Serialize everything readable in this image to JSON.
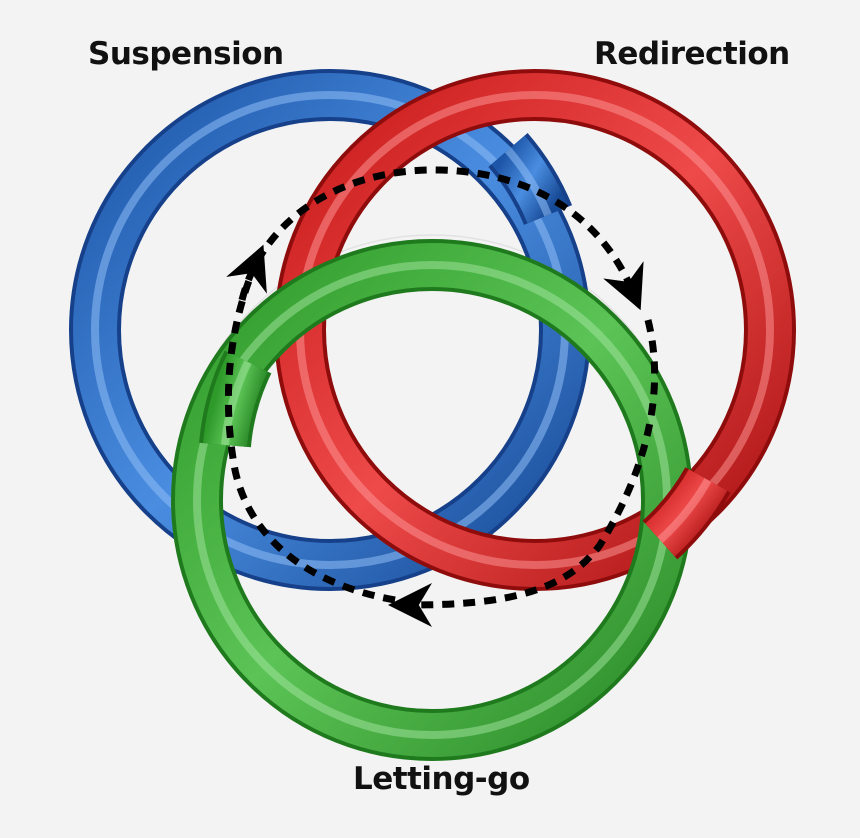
{
  "labels": {
    "suspension": "Suspension",
    "redirection": "Redirection",
    "letting_go": "Letting-go"
  },
  "colors": {
    "background": "#f3f3f3",
    "blue_ring": "#2e6fc4",
    "red_ring": "#d42525",
    "green_ring": "#3aa636",
    "cycle_arrow": "#000000"
  },
  "cycle_direction": "clockwise"
}
